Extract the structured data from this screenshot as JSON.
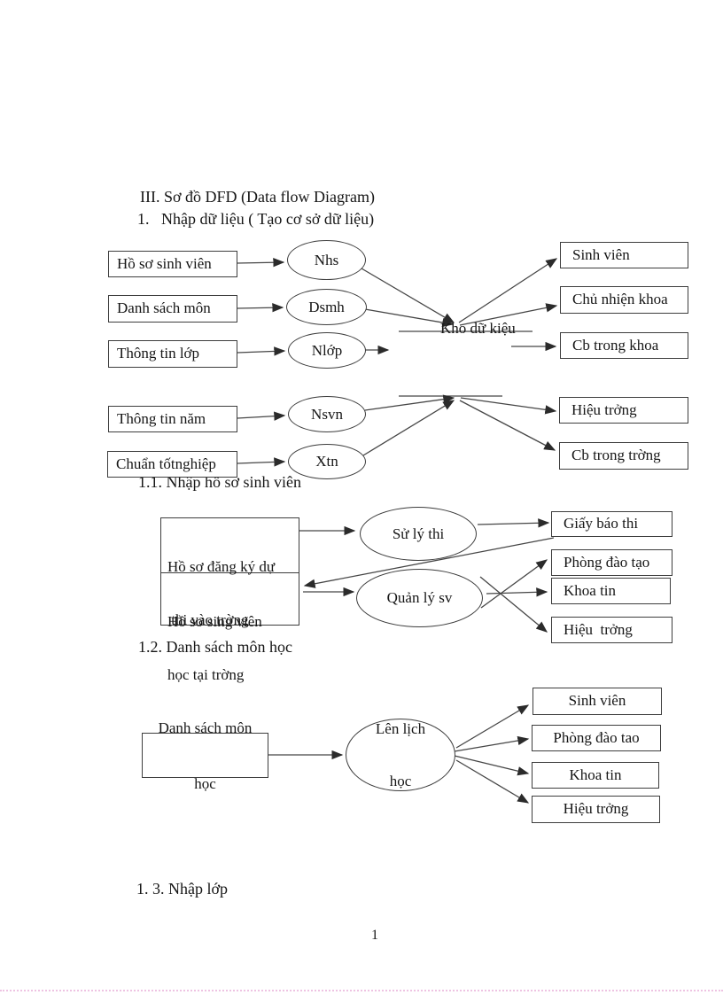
{
  "doc": {
    "title": "III. Sơ đồ DFD (Data flow Diagram)",
    "subtitle": "1.   Nhập dữ liệu ( Tạo cơ sở dữ liệu)",
    "section_1_1": "1.1. Nhập hồ sơ sinh viên",
    "section_1_2": "1.2. Danh sách môn học",
    "section_1_3": "1. 3. Nhập lớp",
    "page_number": "1"
  },
  "diagram1": {
    "store_label": "Kho dữ kiệu",
    "sources": [
      "Hồ sơ sinh viên",
      "Danh sách môn",
      "Thông tin lớp",
      "Thông tin năm",
      "Chuẩn tốtnghiệp"
    ],
    "processes": [
      "Nhs",
      "Dsmh",
      "Nlớp",
      "Nsvn",
      "Xtn"
    ],
    "sinks": [
      "Sinh viên",
      "Chủ nhiện khoa",
      "Cb trong khoa",
      "Hiệu trởng",
      "Cb trong trờng"
    ]
  },
  "diagram2": {
    "source_top": {
      "line1": "Hồ sơ đăng ký dự",
      "line2": " thi vào trờng"
    },
    "source_bottom": {
      "line1": "Hồ sơ sing viên",
      "line2": "học tại trờng"
    },
    "processes": [
      "Sử lý thi",
      "Quản lý sv"
    ],
    "sinks": [
      "Giấy báo thi",
      "Phòng đào tạo",
      "Khoa tin",
      "Hiệu  trởng"
    ]
  },
  "diagram3": {
    "source": {
      "line1": "Danh sách môn",
      "line2": "học"
    },
    "process": {
      "line1": "Lên lịch",
      "line2": "học"
    },
    "sinks": [
      "Sinh viên",
      "Phòng đào tao",
      "Khoa tin",
      "Hiệu trởng"
    ]
  }
}
